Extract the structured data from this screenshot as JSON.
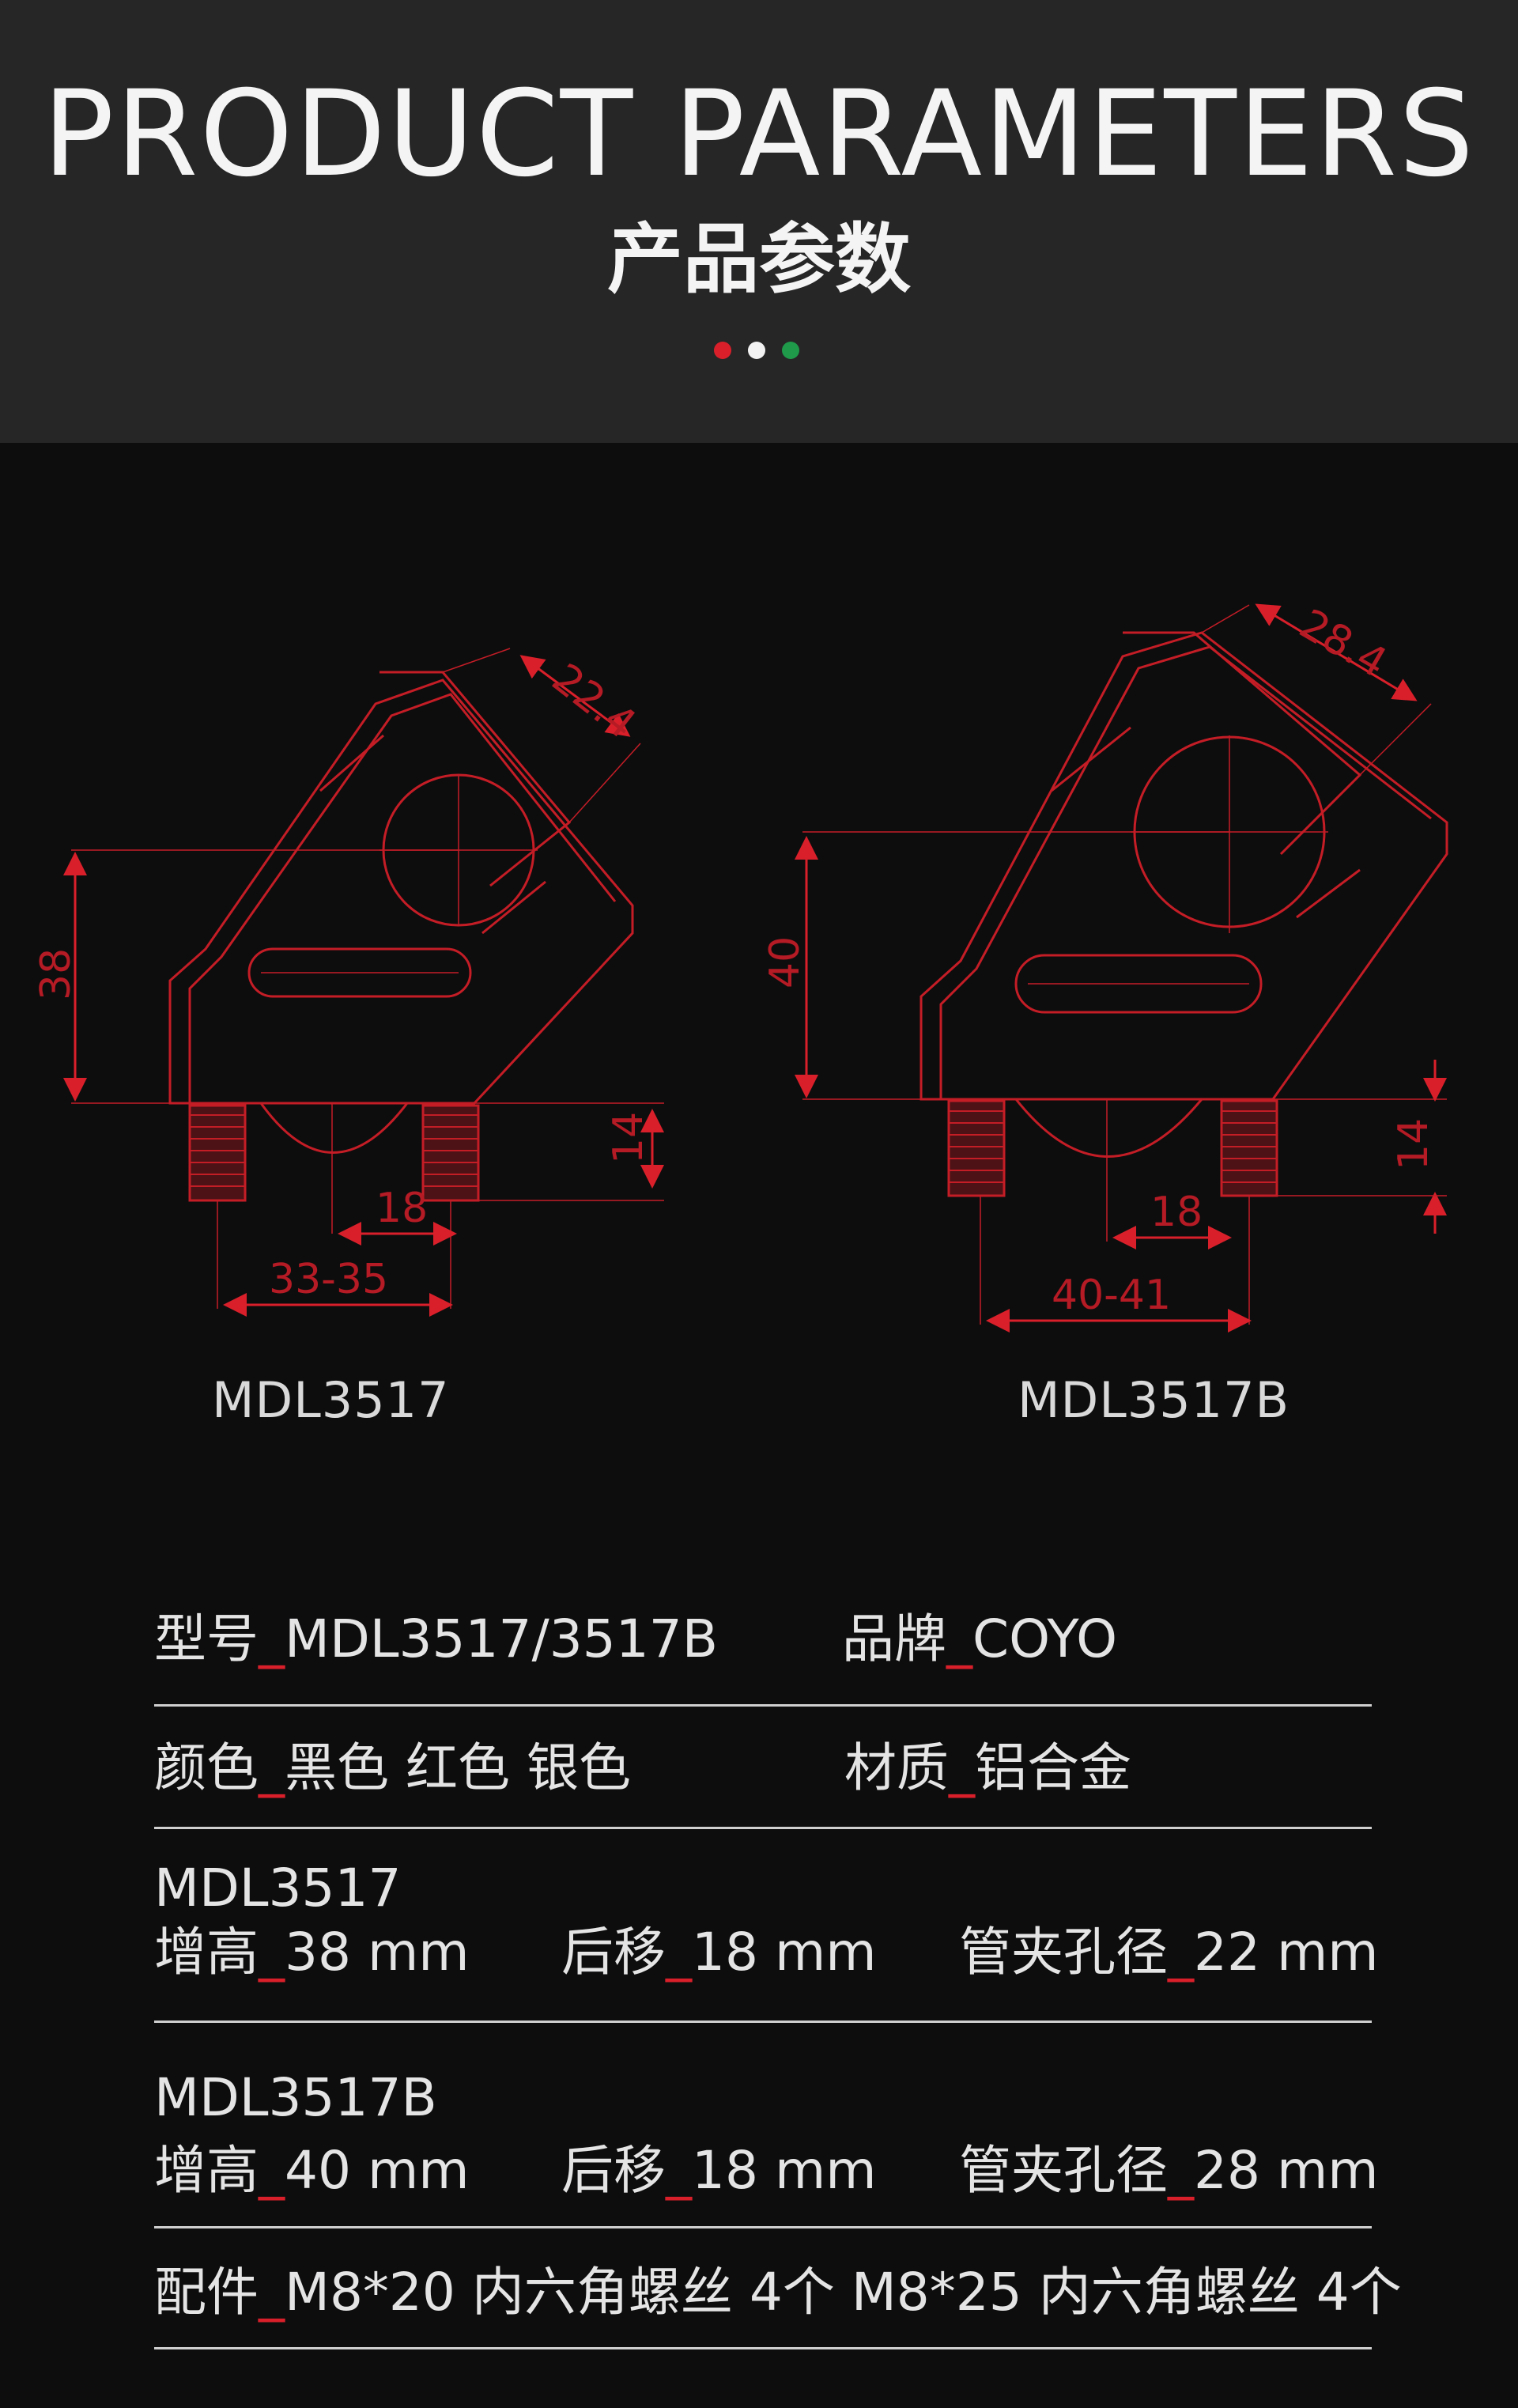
{
  "header": {
    "title_en": "PRODUCT PARAMETERS",
    "title_cn": "产品参数",
    "dot_colors": [
      "#d9202a",
      "#f2f2f2",
      "#1f9a4a"
    ]
  },
  "drawing": {
    "left": {
      "model": "MDL3517",
      "dims": {
        "width_top": "22.4",
        "height": "38",
        "thread": "14",
        "offset": "18",
        "span": "33-35"
      }
    },
    "right": {
      "model": "MDL3517B",
      "dims": {
        "width_top": "28.4",
        "height": "40",
        "thread": "14",
        "offset": "18",
        "span": "40-41"
      }
    },
    "line_color": "#d9202a"
  },
  "specs": {
    "row1": {
      "model_key": "型号",
      "model_val": "MDL3517/3517B",
      "brand_key": "品牌",
      "brand_val": "COYO"
    },
    "row2": {
      "color_key": "颜色",
      "color_val": "黑色 红色 银色",
      "material_key": "材质",
      "material_val": "铝合金"
    },
    "row3": {
      "title": "MDL3517",
      "rise_key": "增高",
      "rise_val": "38 mm",
      "back_key": "后移",
      "back_val": "18 mm",
      "clamp_key": "管夹孔径",
      "clamp_val": "22 mm"
    },
    "row4": {
      "title": "MDL3517B",
      "rise_key": "增高",
      "rise_val": "40 mm",
      "back_key": "后移",
      "back_val": "18 mm",
      "clamp_key": "管夹孔径",
      "clamp_val": "28 mm"
    },
    "row5": {
      "acc_key": "配件",
      "acc_val": "M8*20 内六角螺丝  4个  M8*25 内六角螺丝  4个"
    },
    "separator": "_"
  }
}
